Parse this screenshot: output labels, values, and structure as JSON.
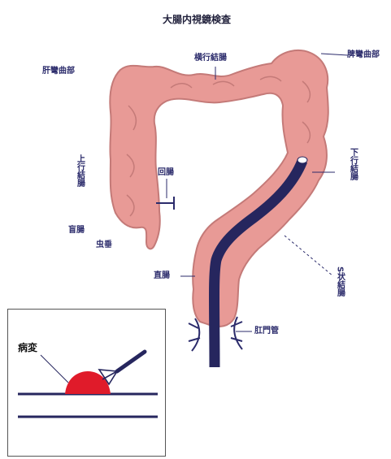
{
  "diagram": {
    "title": "大腸内視鏡検査",
    "labels": {
      "hepatic_flexure": "肝彎曲部",
      "transverse_colon": "横行結腸",
      "splenic_flexure": "脾彎曲部",
      "ascending_colon": "上行結腸",
      "descending_colon": "下行結腸",
      "ileum": "回腸",
      "cecum": "盲腸",
      "appendix": "虫垂",
      "sigmoid_colon": "S状結腸",
      "rectum": "直腸",
      "anal_canal": "肛門管"
    },
    "inset": {
      "lesion_label": "病変"
    },
    "colors": {
      "colon_fill": "#e89a96",
      "colon_outline": "#c47a78",
      "scope": "#26265e",
      "lesion": "#e01b2a",
      "label_text": "#2b2b6b"
    }
  }
}
